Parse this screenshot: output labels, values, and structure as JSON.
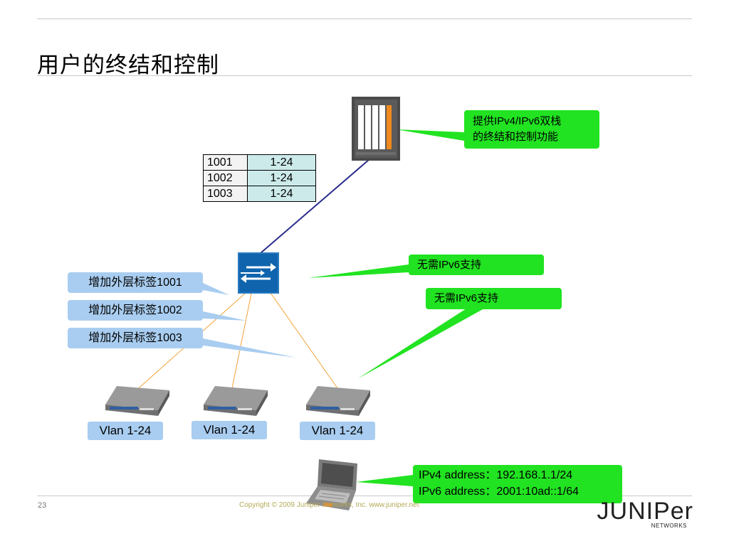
{
  "slide": {
    "title": "用户的终结和控制",
    "page_number": "23",
    "copyright": "Copyright © 2009 Juniper Networks, Inc.    www.juniper.net",
    "logo": {
      "word": "JUNIPer",
      "sub": "NETWORKS"
    }
  },
  "vlan_table": {
    "rows": [
      {
        "id": "1001",
        "range": "1-24"
      },
      {
        "id": "1002",
        "range": "1-24"
      },
      {
        "id": "1003",
        "range": "1-24"
      }
    ]
  },
  "callouts": {
    "bras": {
      "line1": "提供IPv4/IPv6双栈",
      "line2": "的终结和控制功能"
    },
    "aggregation_switch": "无需IPv6支持",
    "access_switch": "无需IPv6支持",
    "host": {
      "line1": "IPv4 address：192.168.1.1/24",
      "line2": "IPv6 address：2001:10ad::1/64"
    }
  },
  "tag_labels": [
    "增加外层标签1001",
    "增加外层标签1002",
    "增加外层标签1003"
  ],
  "vlan_labels": [
    "Vlan 1-24",
    "Vlan 1-24",
    "Vlan 1-24"
  ],
  "colors": {
    "callout_green": "#21e321",
    "callout_blue": "#a9cdf0",
    "link_uplink": "#2b2d8c",
    "link_access": "#f2a33a",
    "switch_blue": "#1064ad"
  },
  "icons": {
    "router": "router-chassis-icon",
    "switch": "l2-switch-icon",
    "access_switch": "access-switch-icon",
    "host": "laptop-icon"
  }
}
